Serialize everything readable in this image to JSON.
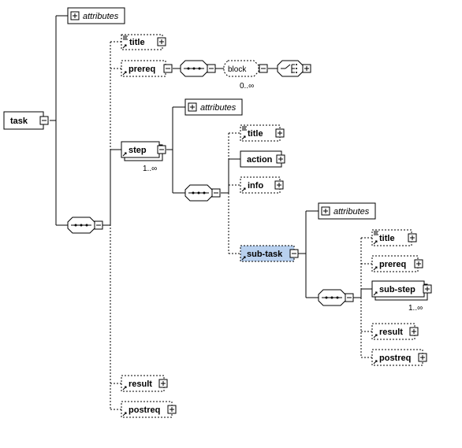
{
  "diagram": {
    "root": "task",
    "attributes": "attributes",
    "title": "title",
    "prereq": "prereq",
    "block": "block",
    "block_cardinality": "0..∞",
    "step": "step",
    "step_cardinality": "1..∞",
    "step_attributes": "attributes",
    "step_title": "title",
    "action": "action",
    "info": "info",
    "sub_task": "sub-task",
    "subtask_attributes": "attributes",
    "subtask_title": "title",
    "subtask_prereq": "prereq",
    "sub_step": "sub-step",
    "sub_step_cardinality": "1..∞",
    "subtask_result": "result",
    "subtask_postreq": "postreq",
    "result": "result",
    "postreq": "postreq"
  },
  "colors": {
    "selected_fill": "#b8d0ee",
    "box_fill": "#ffffff",
    "stroke": "#000000"
  }
}
